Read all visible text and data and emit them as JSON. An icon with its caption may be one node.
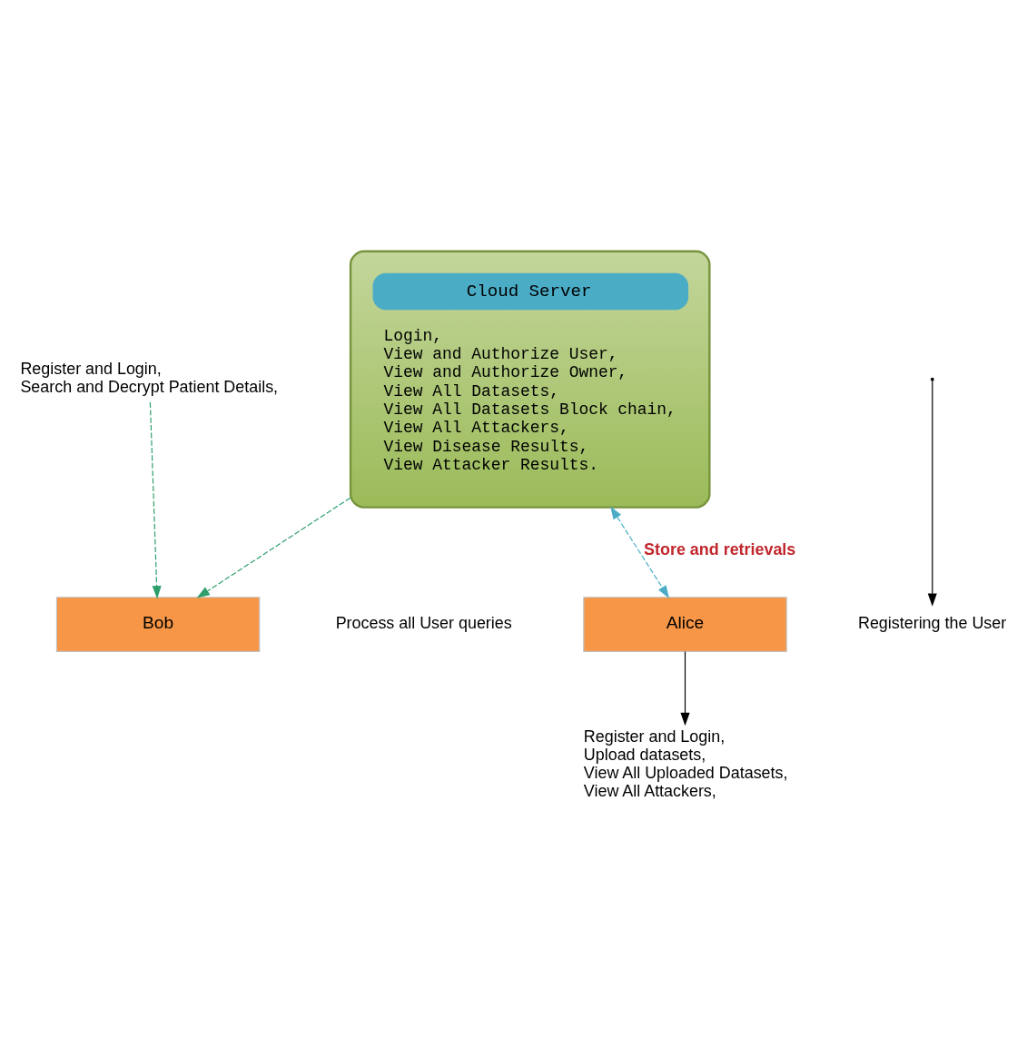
{
  "diagram": {
    "nodes": [
      {
        "text": [
          "Cloud Server",
          "Login, View and Authorize User, View and Authorize Owner, View All Datasets, View All Datasets Block chain, View All Attackers, View Disease Results, View Attacker Results."
        ]
      },
      {
        "text": [
          "Alice"
        ]
      },
      {
        "text": [
          "Bob"
        ]
      },
      {
        "text": [
          "Registering the User"
        ]
      },
      {
        "text": [
          "Register and Login,",
          "Upload datasets,",
          "View All Uploaded Datasets,",
          "View All Attackers,"
        ]
      },
      {
        "text": [
          "Register and Login,",
          "Search and Decrypt Patient Details,"
        ]
      }
    ],
    "edges": [
      {
        "from": 0,
        "to": 1,
        "arrow": "both",
        "style": "dashed",
        "color": "#4bacc6",
        "label": "Store and retrievals"
      },
      {
        "from": null,
        "to": 3,
        "arrow": "to"
      },
      {
        "from": 1,
        "to": 4,
        "arrow": "to"
      },
      {
        "from": 0,
        "to": 2,
        "arrow": "to",
        "style": "dashed",
        "color": "#2e9e6b"
      },
      {
        "from": 5,
        "to": 2,
        "arrow": "to",
        "style": "dashed",
        "color": "#2e9e6b"
      }
    ],
    "labels": [
      "Process all User queries"
    ]
  }
}
